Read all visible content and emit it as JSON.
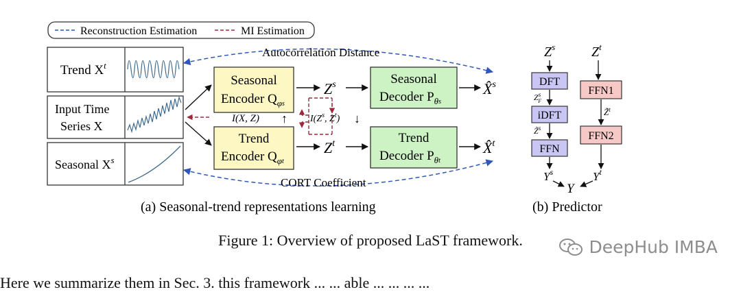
{
  "legend": {
    "reconstruction": "Reconstruction Estimation",
    "mi": "MI Estimation"
  },
  "inputs": {
    "trend": "Trend X",
    "trend_sup": "t",
    "input_line1": "Input Time",
    "input_line2": "Series X",
    "seasonal": "Seasonal X",
    "seasonal_sup": "s"
  },
  "encoders": {
    "seasonal_line1": "Seasonal",
    "seasonal_line2": "Encoder Q",
    "seasonal_sub": "φ",
    "seasonal_subsub": "s",
    "trend_line1": "Trend",
    "trend_line2": "Encoder Q",
    "trend_sub": "φ",
    "trend_subsub": "t"
  },
  "decoders": {
    "seasonal_line1": "Seasonal",
    "seasonal_line2": "Decoder P",
    "seasonal_sub": "θ",
    "seasonal_subsub": "s",
    "trend_line1": "Trend",
    "trend_line2": "Decoder P",
    "trend_sub": "θ",
    "trend_subsub": "t"
  },
  "labels": {
    "autocorrelation": "Autocorrelation Distance",
    "cort": "CORT Coefficient",
    "zs": "Z",
    "zs_sup": "s",
    "zt": "Z",
    "zt_sup": "t",
    "xhat_s": "X̂",
    "xhat_s_sup": "s",
    "xhat_t": "X̂",
    "xhat_t_sup": "t",
    "mi_xz": "I(X, Z)",
    "mi_zz": "I(Z",
    "mi_zz_s": "s",
    "mi_zz_mid": ", Z",
    "mi_zz_t": "t",
    "mi_zz_end": ")"
  },
  "predictor": {
    "zs": "Z",
    "zs_sup": "s",
    "zt": "Z",
    "zt_sup": "t",
    "dft": "DFT",
    "idft": "iDFT",
    "ffn": "FFN",
    "ffn1": "FFN1",
    "ffn2": "FFN2",
    "zf": "Z",
    "zf_sup": "s",
    "zf_sub": "F",
    "ztilde_s": "Z̃",
    "ztilde_s_sup": "s",
    "ztilde_t": "Z̃",
    "ztilde_t_sup": "t",
    "ys": "Y",
    "ys_sup": "s",
    "yt": "Y",
    "yt_sup": "t",
    "y": "Y"
  },
  "subcaptions": {
    "a": "(a) Seasonal-trend representations learning",
    "b": "(b) Predictor"
  },
  "caption": "Figure 1: Overview of proposed LaST framework.",
  "watermark": "DeepHub IMBA",
  "bottom_text": "Here we summarize them in Sec. 3. this framework ... ... able ... ... ... ..."
}
